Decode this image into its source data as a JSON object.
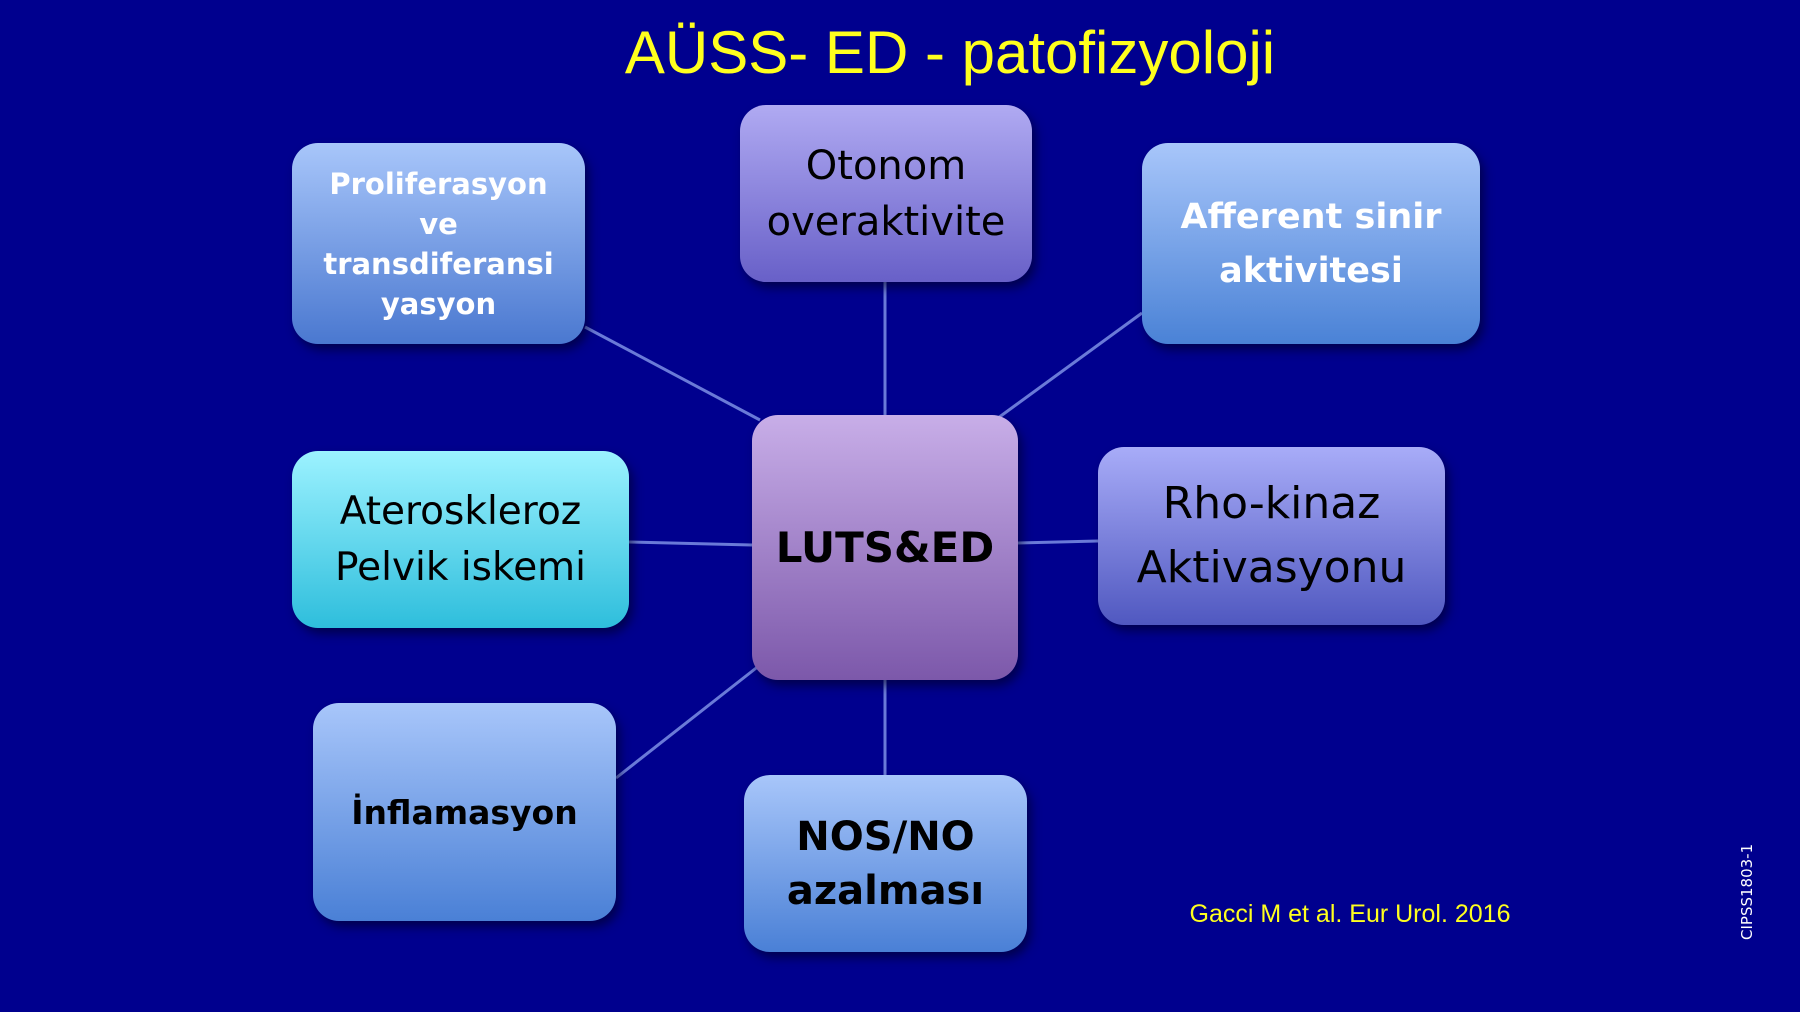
{
  "title": "AÜSS- ED - patofizyoloji",
  "center": {
    "label": "LUTS&ED"
  },
  "nodes": {
    "otonom": {
      "lines": [
        "Otonom",
        "overaktivite"
      ]
    },
    "proliferasyon": {
      "lines": [
        "Proliferasyon",
        "ve",
        "transdiferansi",
        "yasyon"
      ]
    },
    "afferent": {
      "lines": [
        "Afferent sinir",
        "aktivitesi"
      ]
    },
    "ateroskleroz": {
      "lines": [
        "Ateroskleroz",
        "Pelvik iskemi"
      ]
    },
    "rho_kinaz": {
      "lines": [
        "Rho-kinaz",
        "Aktivasyonu"
      ]
    },
    "inflamasyon": {
      "lines": [
        "İnflamasyon"
      ]
    },
    "nos_no": {
      "lines": [
        "NOS/NO",
        "azalması"
      ]
    }
  },
  "citation": "Gacci M et al. Eur Urol. 2016",
  "slide_code": "CIPSS1803-1",
  "colors": {
    "background": "#00008e",
    "title": "#ffff1e",
    "connector": "#6a7ad8"
  }
}
